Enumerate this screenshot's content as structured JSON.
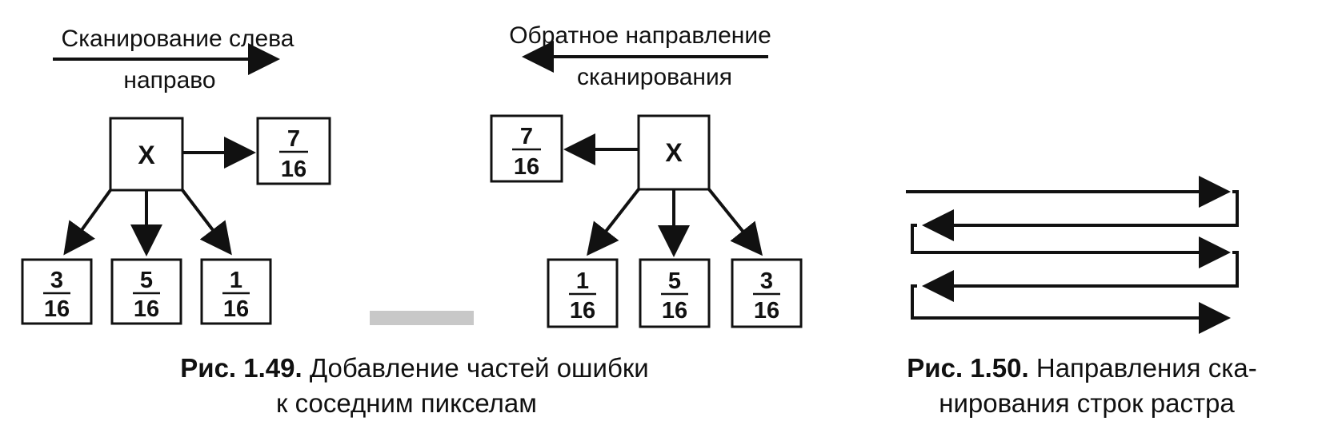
{
  "figure_149": {
    "left_label_line1": "Сканирование слева",
    "left_label_line2": "направо",
    "right_label_line1": "Обратное направление",
    "right_label_line2": "сканирования",
    "center_symbol": "X",
    "left": {
      "right_weight": {
        "num": "7",
        "den": "16"
      },
      "bottom_left": {
        "num": "3",
        "den": "16"
      },
      "bottom_center": {
        "num": "5",
        "den": "16"
      },
      "bottom_right": {
        "num": "1",
        "den": "16"
      }
    },
    "right": {
      "left_weight": {
        "num": "7",
        "den": "16"
      },
      "bottom_left": {
        "num": "1",
        "den": "16"
      },
      "bottom_center": {
        "num": "5",
        "den": "16"
      },
      "bottom_right": {
        "num": "3",
        "den": "16"
      }
    },
    "caption_bold": "Рис. 1.49.",
    "caption_rest_line1": " Добавление частей ошибки",
    "caption_line2": "к соседним пикселам"
  },
  "figure_150": {
    "caption_bold": "Рис. 1.50.",
    "caption_rest_line1": " Направления ска-",
    "caption_line2": "нирования строк растра"
  }
}
